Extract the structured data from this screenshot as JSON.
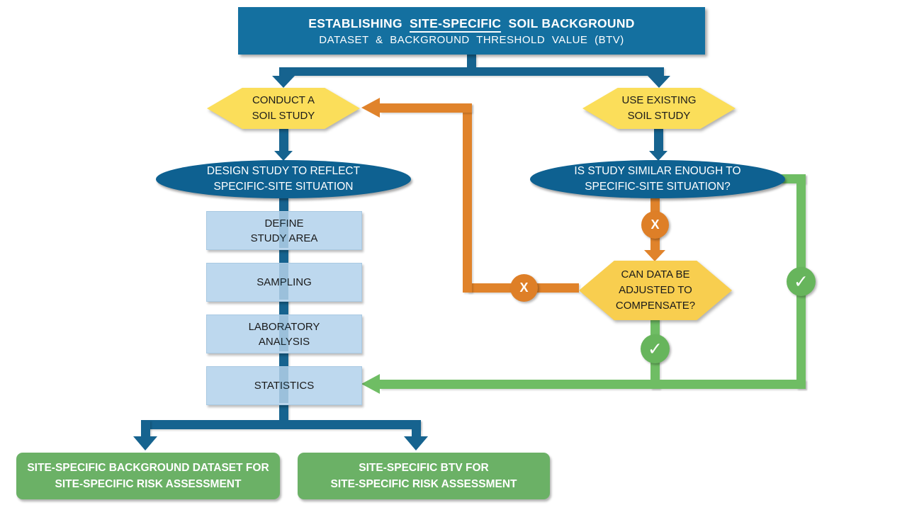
{
  "header": {
    "prefix": "ESTABLISHING",
    "underlined": "SITE-SPECIFIC",
    "suffix": "SOIL BACKGROUND",
    "line2": "DATASET & BACKGROUND THRESHOLD VALUE (BTV)"
  },
  "hexagons": {
    "conduct": "CONDUCT A\nSOIL STUDY",
    "existing": "USE EXISTING\nSOIL STUDY",
    "adjust": "CAN DATA BE\nADJUSTED TO\nCOMPENSATE?"
  },
  "ellipses": {
    "design": "DESIGN STUDY TO REFLECT\nSPECIFIC-SITE SITUATION",
    "similar": "IS STUDY SIMILAR ENOUGH TO\nSPECIFIC-SITE SITUATION?"
  },
  "steps": [
    "DEFINE\nSTUDY AREA",
    "SAMPLING",
    "LABORATORY\nANALYSIS",
    "STATISTICS"
  ],
  "outcomes": {
    "dataset": "SITE-SPECIFIC BACKGROUND DATASET FOR\nSITE-SPECIFIC RISK ASSESSMENT",
    "btv": "SITE-SPECIFIC BTV FOR\nSITE-SPECIFIC RISK ASSESSMENT"
  },
  "markers": {
    "no": "X",
    "yes": "✓"
  },
  "colors": {
    "header_blue": "#1470A0",
    "ellipse_blue": "#0E6191",
    "connector_blue": "#16638F",
    "hexagon_yellow": "#FBDE5A",
    "hexagon_gold": "#F8CE4F",
    "step_light_blue": "#BDD8EE",
    "outcome_green": "#6BB166",
    "line_green": "#6FBD64",
    "line_orange": "#E0832B"
  }
}
